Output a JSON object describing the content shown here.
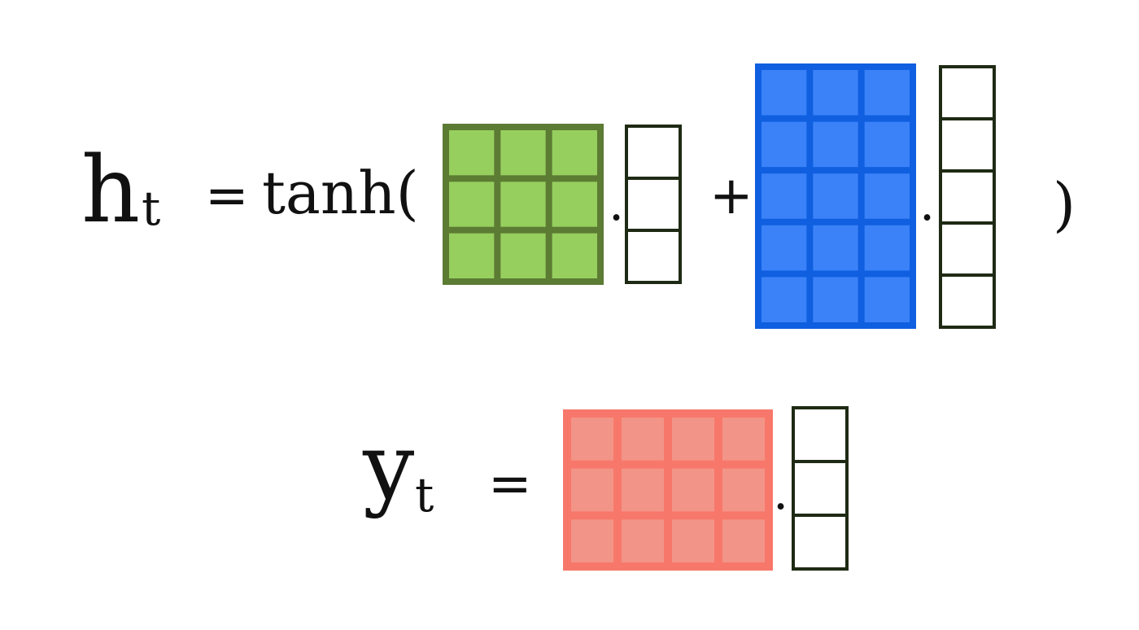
{
  "equation_h": {
    "lhs_symbol": "h",
    "lhs_subscript": "t",
    "equals": "=",
    "function_name": "tanh(",
    "dot_1": ".",
    "plus": "+",
    "dot_2": ".",
    "close_paren": ")",
    "weight_matrix_1": {
      "rows": 3,
      "cols": 3
    },
    "input_vector_1": {
      "rows": 3
    },
    "weight_matrix_2": {
      "rows": 5,
      "cols": 3
    },
    "input_vector_2": {
      "rows": 5
    }
  },
  "equation_y": {
    "lhs_symbol": "y",
    "lhs_subscript": "t",
    "equals": "=",
    "dot": ".",
    "weight_matrix": {
      "rows": 3,
      "cols": 4
    },
    "input_vector": {
      "rows": 3
    }
  },
  "colors": {
    "green_fill": "#97cf5f",
    "green_border": "#5c7b33",
    "blue_fill": "#3b82f8",
    "blue_border": "#0f5fe0",
    "red_fill": "#f7786a",
    "red_cell": "#f39488",
    "vector_border": "#1f2a14",
    "text": "#111111"
  }
}
